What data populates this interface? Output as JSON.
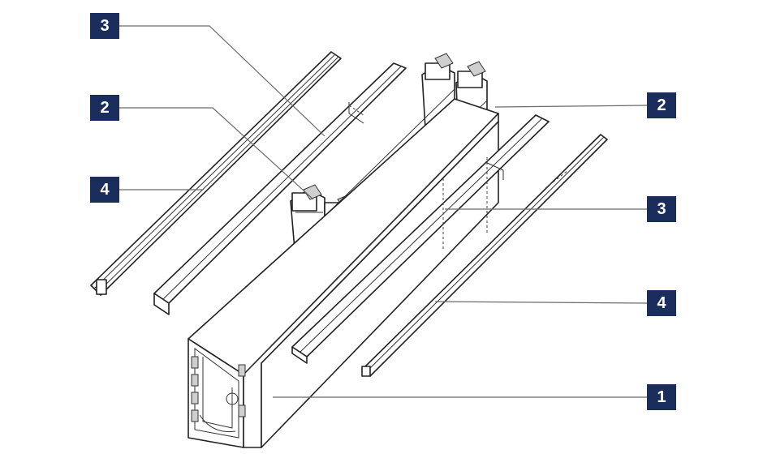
{
  "diagram": {
    "callouts": [
      {
        "id": "c3_top",
        "label": "3"
      },
      {
        "id": "c2_left",
        "label": "2"
      },
      {
        "id": "c4_left",
        "label": "4"
      },
      {
        "id": "c2_right",
        "label": "2"
      },
      {
        "id": "c3_right",
        "label": "3"
      },
      {
        "id": "c4_right",
        "label": "4"
      },
      {
        "id": "c1_right",
        "label": "1"
      }
    ],
    "colors": {
      "badge_fill": "#1a2d5c",
      "badge_text": "#ffffff",
      "leader_line": "#6a6a6a",
      "outline": "#222222"
    }
  }
}
